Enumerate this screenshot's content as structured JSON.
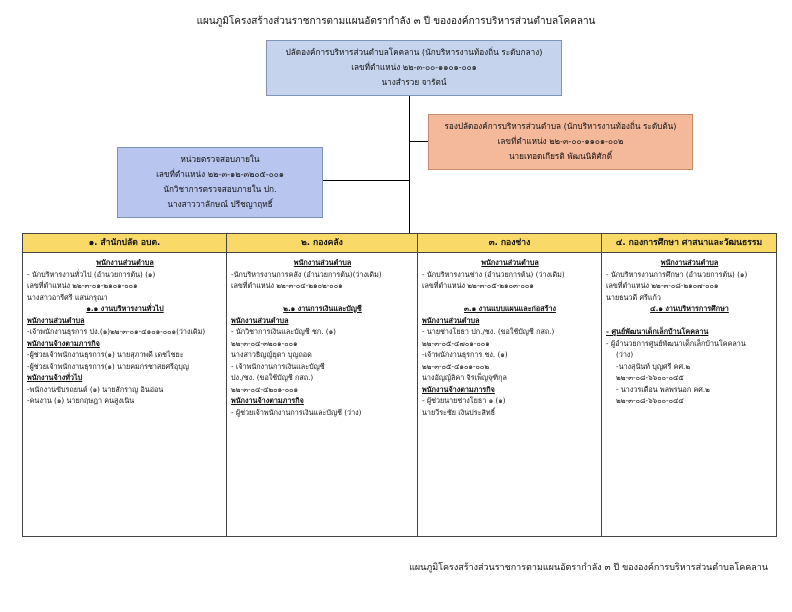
{
  "title": "แผนภูมิโครงสร้างส่วนราชการตามแผนอัตรากำลัง ๓ ปี ขององค์การบริหารส่วนตำบลโคคลาน",
  "footer": "แผนภูมิโครงสร้างส่วนราชการตามแผนอัตรากำลัง ๓ ปี ขององค์การบริหารส่วนตำบลโคคลาน",
  "top_box": [
    "ปลัดองค์การบริหารส่วนตำบลโคคลาน (นักบริหารงานท้องถิ่น ระดับกลาง)",
    "เลขที่ตำแหน่ง ๒๒-๓-๐๐-๑๑๐๑-๐๐๑",
    "นางสำรวย จารัตน์"
  ],
  "deputy_box": [
    "รองปลัดองค์การบริหารส่วนตำบล (นักบริหารงานท้องถิ่น ระดับต้น)",
    "เลขที่ตำแหน่ง ๒๒-๓-๐๐-๑๑๐๑-๐๐๒",
    "นายเทอดเกียรติ พัฒนนิติศักดิ์"
  ],
  "audit_box": [
    "หน่วยตรวจสอบภายใน",
    "เลขที่ตำแหน่ง ๒๒-๓-๑๒-๓๒๐๕-๐๐๑",
    "นักวิชาการตรวจสอบภายใน ปก.",
    "นางสาววาลักษณ์ ปรีชญาฤทธิ์"
  ],
  "columns": [
    {
      "header": "๑. สำนักปลัด อบต.",
      "lines": [
        {
          "t": "พนักงานส่วนตำบล",
          "s": "hc"
        },
        {
          "t": "- นักบริหารงานทั่วไป (อำนวยการต้น) (๑)",
          "s": ""
        },
        {
          "t": "เลขที่ตำแหน่ง ๒๒-๓-๐๑-๒๑๐๑-๐๐๑",
          "s": ""
        },
        {
          "t": "นางสาวอารีศรี แสนกรุณา",
          "s": ""
        },
        {
          "t": "๑.๑ งานบริหารงานทั่วไป",
          "s": "hc"
        },
        {
          "t": "พนักงานส่วนตำบล",
          "s": "hl"
        },
        {
          "t": "-เจ้าพนักงานธุรการ ปง.(๑)๒๒-๓-๐๑-๔๑๐๑-๐๐๑(ว่างเดิม)",
          "s": ""
        },
        {
          "t": "พนักงานจ้างตามภารกิจ",
          "s": "hl"
        },
        {
          "t": "-ผู้ช่วยเจ้าพนักงานธุรการ(๑) นายสุภาพดี เดชไชยะ",
          "s": ""
        },
        {
          "t": "-ผู้ช่วยเจ้าพนักงานธุรการ(๑) นายคมกรชาสยศรีอุบุญ",
          "s": ""
        },
        {
          "t": "พนักงานจ้างทั่วไป",
          "s": "hl"
        },
        {
          "t": "-พนักงานขับรถยนต์ (๑) นายสักราญ อินอ่อน",
          "s": ""
        },
        {
          "t": "-คนงาน (๑) นายกฤษฎา คนสูงเนิน",
          "s": ""
        }
      ]
    },
    {
      "header": "๒. กองคลัง",
      "lines": [
        {
          "t": "พนักงานส่วนตำบล",
          "s": "hc"
        },
        {
          "t": "-นักบริหารงานการคลัง (อำนวยการต้น)(ว่างเดิม)",
          "s": ""
        },
        {
          "t": "เลขที่ตำแหน่ง ๒๒-๓-๐๔-๒๑๐๒-๐๐๑",
          "s": ""
        },
        {
          "t": "",
          "s": ""
        },
        {
          "t": "๒.๑ งานการเงินและบัญชี",
          "s": "hc"
        },
        {
          "t": "พนักงานส่วนตำบล",
          "s": "hl"
        },
        {
          "t": "- นักวิชาการเงินและบัญชี ชก. (๑)",
          "s": ""
        },
        {
          "t": "๒๒-๓-๐๔-๓๒๐๑-๐๐๑",
          "s": ""
        },
        {
          "t": "นางสาวธิญญ์ยุดา บุญถอด",
          "s": ""
        },
        {
          "t": "- เจ้าพนักงานการเงินและบัญชี",
          "s": ""
        },
        {
          "t": "ปง./ชง. (ขอใช้บัญชี กสถ.)",
          "s": ""
        },
        {
          "t": "๒๒-๓-๐๔-๔๒๐๑-๐๐๑",
          "s": ""
        },
        {
          "t": "พนักงานจ้างตามภารกิจ",
          "s": "hl"
        },
        {
          "t": "- ผู้ช่วยเจ้าพนักงานการเงินและบัญชี (ว่าง)",
          "s": ""
        }
      ]
    },
    {
      "header": "๓. กองช่าง",
      "lines": [
        {
          "t": "พนักงานส่วนตำบล",
          "s": "hc"
        },
        {
          "t": "- นักบริหารงานช่าง (อำนวยการต้น) (ว่างเดิม)",
          "s": ""
        },
        {
          "t": "เลขที่ตำแหน่ง ๒๒-๓-๐๕-๒๑๐๓-๐๐๑",
          "s": ""
        },
        {
          "t": "",
          "s": ""
        },
        {
          "t": "๓.๑ งานแบบแผนและก่อสร้าง",
          "s": "hc"
        },
        {
          "t": "พนักงานส่วนตำบล",
          "s": "hl"
        },
        {
          "t": "- นายช่างโยธา ปก./ชง. (ขอใช้บัญชี กสถ.)",
          "s": ""
        },
        {
          "t": "๒๒-๓-๐๕-๔๗๐๑-๐๐๑",
          "s": ""
        },
        {
          "t": "-เจ้าพนักงานธุรการ ชง. (๑)",
          "s": ""
        },
        {
          "t": "๒๒-๓-๐๕-๔๑๐๑-๐๐๒",
          "s": ""
        },
        {
          "t": "นางอัญญ์ลิคา จิรเพ็ญจุฑิกุล",
          "s": ""
        },
        {
          "t": "พนักงานจ้างตามภารกิจ",
          "s": "hl"
        },
        {
          "t": "- ผู้ช่วยนายช่างโยธา ๑ (๑)",
          "s": ""
        },
        {
          "t": "นายวีระชัย เงินประสิทธิ์",
          "s": ""
        }
      ]
    },
    {
      "header": "๔. กองการศึกษา ศาสนาและวัฒนธรรม",
      "lines": [
        {
          "t": "พนักงานส่วนตำบล",
          "s": "hc"
        },
        {
          "t": "- นักบริหารงานการศึกษา (อำนวยการต้น) (๑)",
          "s": ""
        },
        {
          "t": "เลขที่ตำแหน่ง ๒๒-๓-๐๘-๒๑๐๗-๐๐๑",
          "s": ""
        },
        {
          "t": "นายธนวดี ศรีแก้ว",
          "s": ""
        },
        {
          "t": "๔.๑ งานบริหารการศึกษา",
          "s": "hc"
        },
        {
          "t": "",
          "s": ""
        },
        {
          "t": "- ศูนย์พัฒนาเด็กเล็กบ้านโคคลาน",
          "s": "hl"
        },
        {
          "t": "- ผู้อำนวยการศูนย์พัฒนาเด็กเล็กบ้านโคคลาน",
          "s": ""
        },
        {
          "t": "(ว่าง)",
          "s": "in"
        },
        {
          "t": "-นางสุนันท์ บุญศรี คศ.๒",
          "s": "in"
        },
        {
          "t": "๒๒-๓-๐๘-๖๖๐๐-๐๔๕",
          "s": "in"
        },
        {
          "t": "- นางวรเดือน พลพรนอก คศ.๒",
          "s": "in"
        },
        {
          "t": "๒๒-๓-๐๘-๖๖๐๐-๐๔๔",
          "s": "in"
        }
      ]
    }
  ]
}
